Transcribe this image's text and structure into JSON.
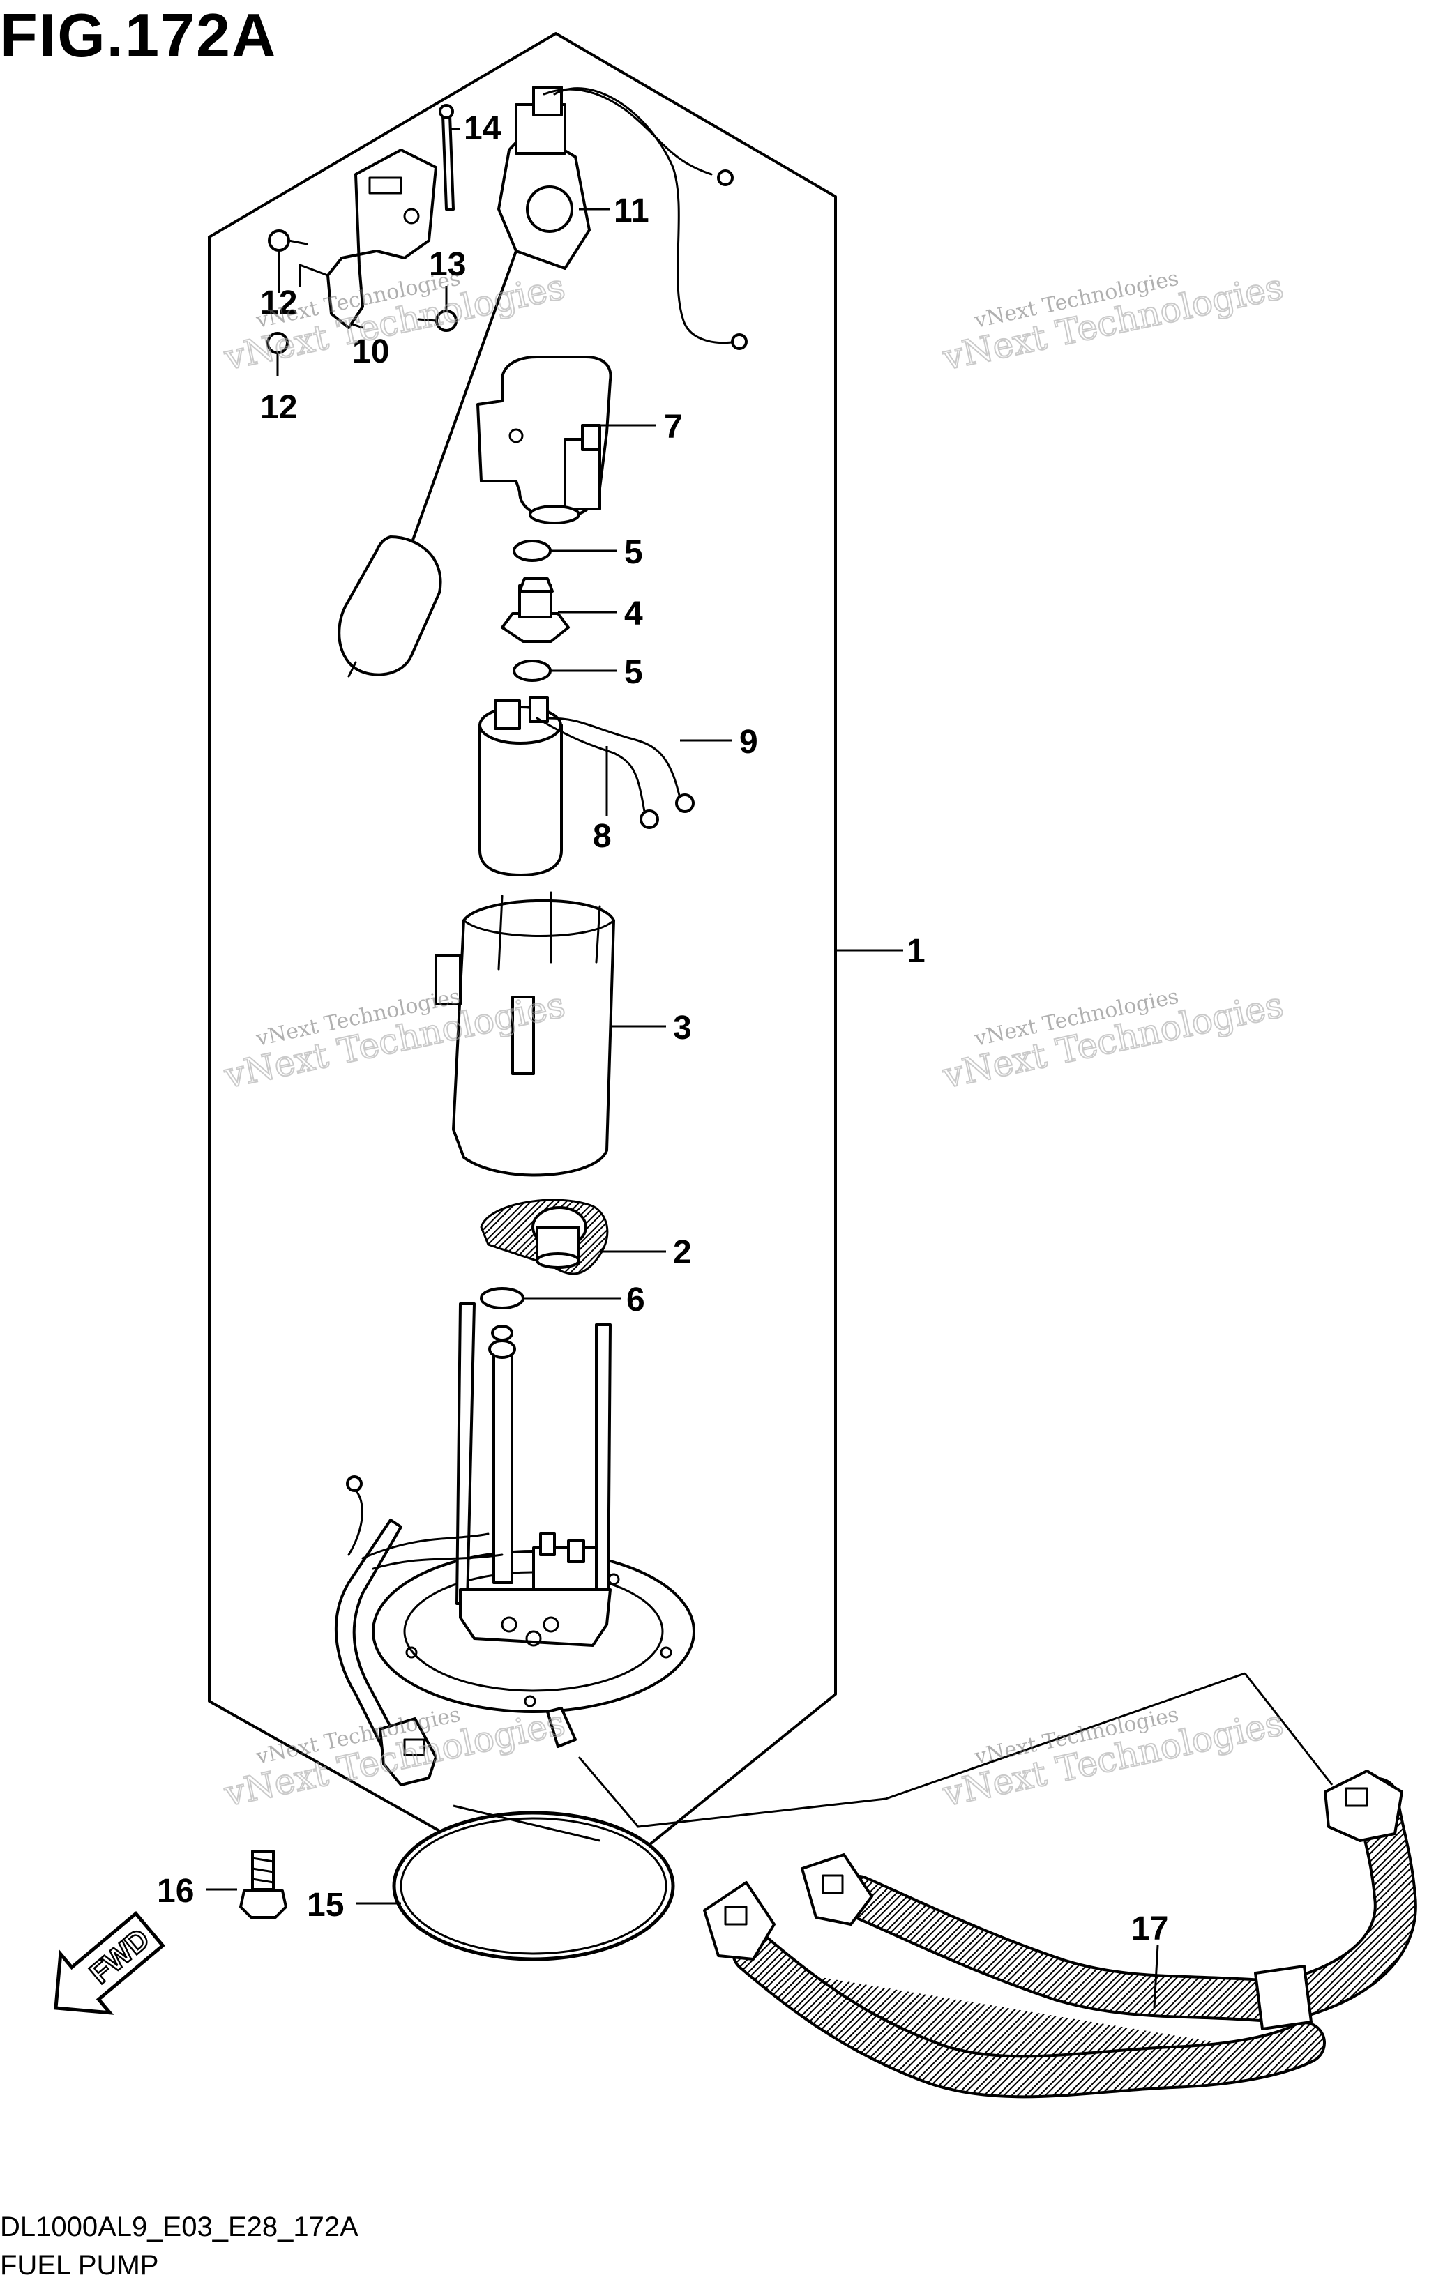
{
  "figure": {
    "title": "FIG.172A",
    "code": "DL1000AL9_E03_E28_172A",
    "name": "FUEL PUMP"
  },
  "callouts": [
    {
      "id": "1",
      "label": "1"
    },
    {
      "id": "2",
      "label": "2"
    },
    {
      "id": "3",
      "label": "3"
    },
    {
      "id": "4",
      "label": "4"
    },
    {
      "id": "5a",
      "label": "5"
    },
    {
      "id": "5b",
      "label": "5"
    },
    {
      "id": "6",
      "label": "6"
    },
    {
      "id": "7",
      "label": "7"
    },
    {
      "id": "8",
      "label": "8"
    },
    {
      "id": "9",
      "label": "9"
    },
    {
      "id": "10",
      "label": "10"
    },
    {
      "id": "11",
      "label": "11"
    },
    {
      "id": "12a",
      "label": "12"
    },
    {
      "id": "12b",
      "label": "12"
    },
    {
      "id": "13",
      "label": "13"
    },
    {
      "id": "14",
      "label": "14"
    },
    {
      "id": "15",
      "label": "15"
    },
    {
      "id": "16",
      "label": "16"
    },
    {
      "id": "17",
      "label": "17"
    }
  ],
  "direction_arrow": {
    "label": "FWD",
    "icon": "fwd-arrow-icon"
  },
  "watermark": {
    "line1": "vNext Technologies",
    "line2": "vNext Technologies"
  },
  "colors": {
    "ink": "#000000",
    "paper": "#ffffff",
    "watermark": "#a8a8a8"
  }
}
